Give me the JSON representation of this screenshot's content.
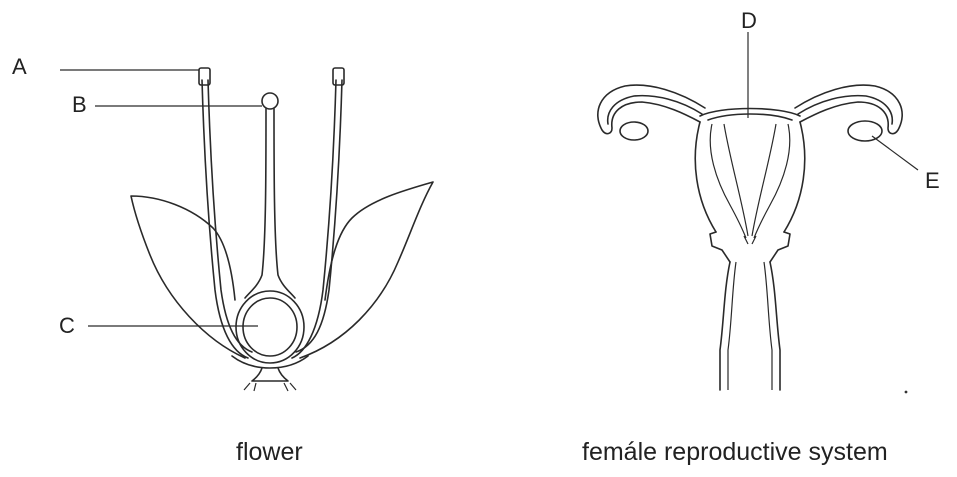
{
  "flower": {
    "caption": "flower",
    "labels": {
      "a": "A",
      "b": "B",
      "c": "C"
    }
  },
  "female_system": {
    "caption": "femále reproductive system",
    "labels": {
      "d": "D",
      "e": "E"
    }
  }
}
